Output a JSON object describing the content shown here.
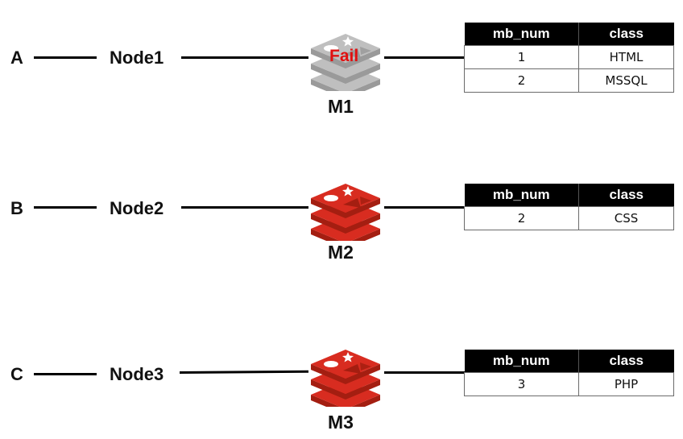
{
  "rows": [
    {
      "client": "A",
      "node": "Node1",
      "master": "M1",
      "status": "Fail",
      "failed": true,
      "table": {
        "headers": [
          "mb_num",
          "class"
        ],
        "rows": [
          [
            "1",
            "HTML"
          ],
          [
            "2",
            "MSSQL"
          ]
        ]
      }
    },
    {
      "client": "B",
      "node": "Node2",
      "master": "M2",
      "status": "",
      "failed": false,
      "table": {
        "headers": [
          "mb_num",
          "class"
        ],
        "rows": [
          [
            "2",
            "CSS"
          ]
        ]
      }
    },
    {
      "client": "C",
      "node": "Node3",
      "master": "M3",
      "status": "",
      "failed": false,
      "table": {
        "headers": [
          "mb_num",
          "class"
        ],
        "rows": [
          [
            "3",
            "PHP"
          ]
        ]
      }
    }
  ],
  "colors": {
    "active_logo": "#d82c20",
    "active_logo_dark": "#a41e11",
    "failed_logo": "#bfbfbf",
    "failed_logo_dark": "#9a9a9a",
    "fail_text": "#e01010"
  },
  "icons": {
    "master_logo": "redis-logo-icon"
  }
}
